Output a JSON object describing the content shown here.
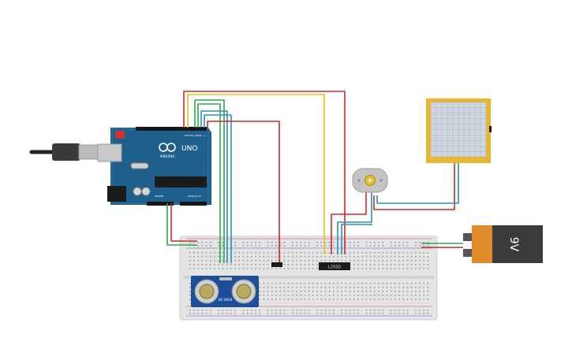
{
  "arduino": {
    "brand": "ARDUINO",
    "model": "UNO",
    "header_digital": "DIGITAL (PWM ~)",
    "header_power": "POWER",
    "header_analog": "ANALOG IN"
  },
  "sensor": {
    "label": "HC-SR04"
  },
  "ic": {
    "label": "L293D"
  },
  "battery": {
    "label": "9V"
  },
  "colors": {
    "board_blue": "#1f5f8b",
    "wire_red": "#cc2a2a",
    "wire_green": "#2fa84f",
    "wire_yellow": "#e8c21c",
    "wire_blue": "#2a8fbd",
    "display_frame": "#e8b630",
    "battery_orange": "#e08a2c",
    "breadboard": "#e4e4e4"
  }
}
